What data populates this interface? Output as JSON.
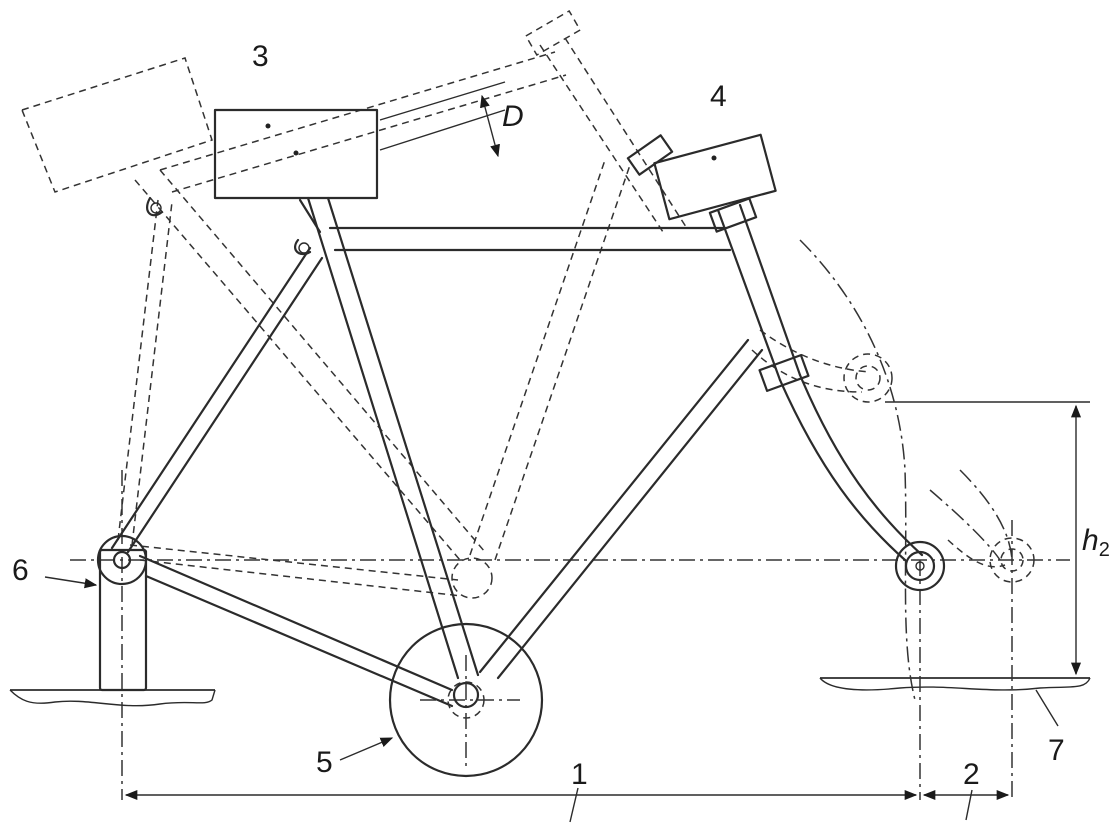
{
  "labels": {
    "item_1": "1",
    "item_2": "2",
    "item_3": "3",
    "item_4": "4",
    "item_5": "5",
    "item_6": "6",
    "item_7": "7",
    "dim_d": "D",
    "dim_h_main": "h",
    "dim_h_sub": "2"
  }
}
